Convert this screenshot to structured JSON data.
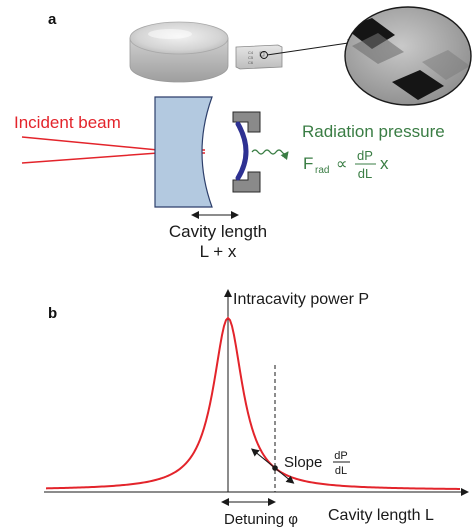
{
  "panel_a": {
    "label": "a",
    "incident_beam_label": "Incident beam",
    "radiation_pressure_label": "Radiation pressure",
    "force": {
      "symbol": "F",
      "subscript": "rad",
      "proportional": "∝",
      "numerator": "dP",
      "denominator": "dL",
      "variable": "x"
    },
    "cavity_length_label": "Cavity length",
    "cavity_expression": "L + x",
    "chip_text": "C4\nC5\nC6"
  },
  "panel_b": {
    "label": "b",
    "y_axis_label": "Intracavity power P",
    "x_axis_label": "Cavity length L",
    "detuning_label": "Detuning φ",
    "slope_label": "Slope",
    "slope_numerator": "dP",
    "slope_denominator": "dL"
  },
  "colors": {
    "beam_red": "#e3242b",
    "curve_red": "#e3242b",
    "text_green": "#3a7d44",
    "mirror_fill": "#b3c9e0",
    "mirror_stroke": "#2d3f6b",
    "membrane_blue": "#2e3192",
    "holder_gray": "#5a5a5a"
  }
}
